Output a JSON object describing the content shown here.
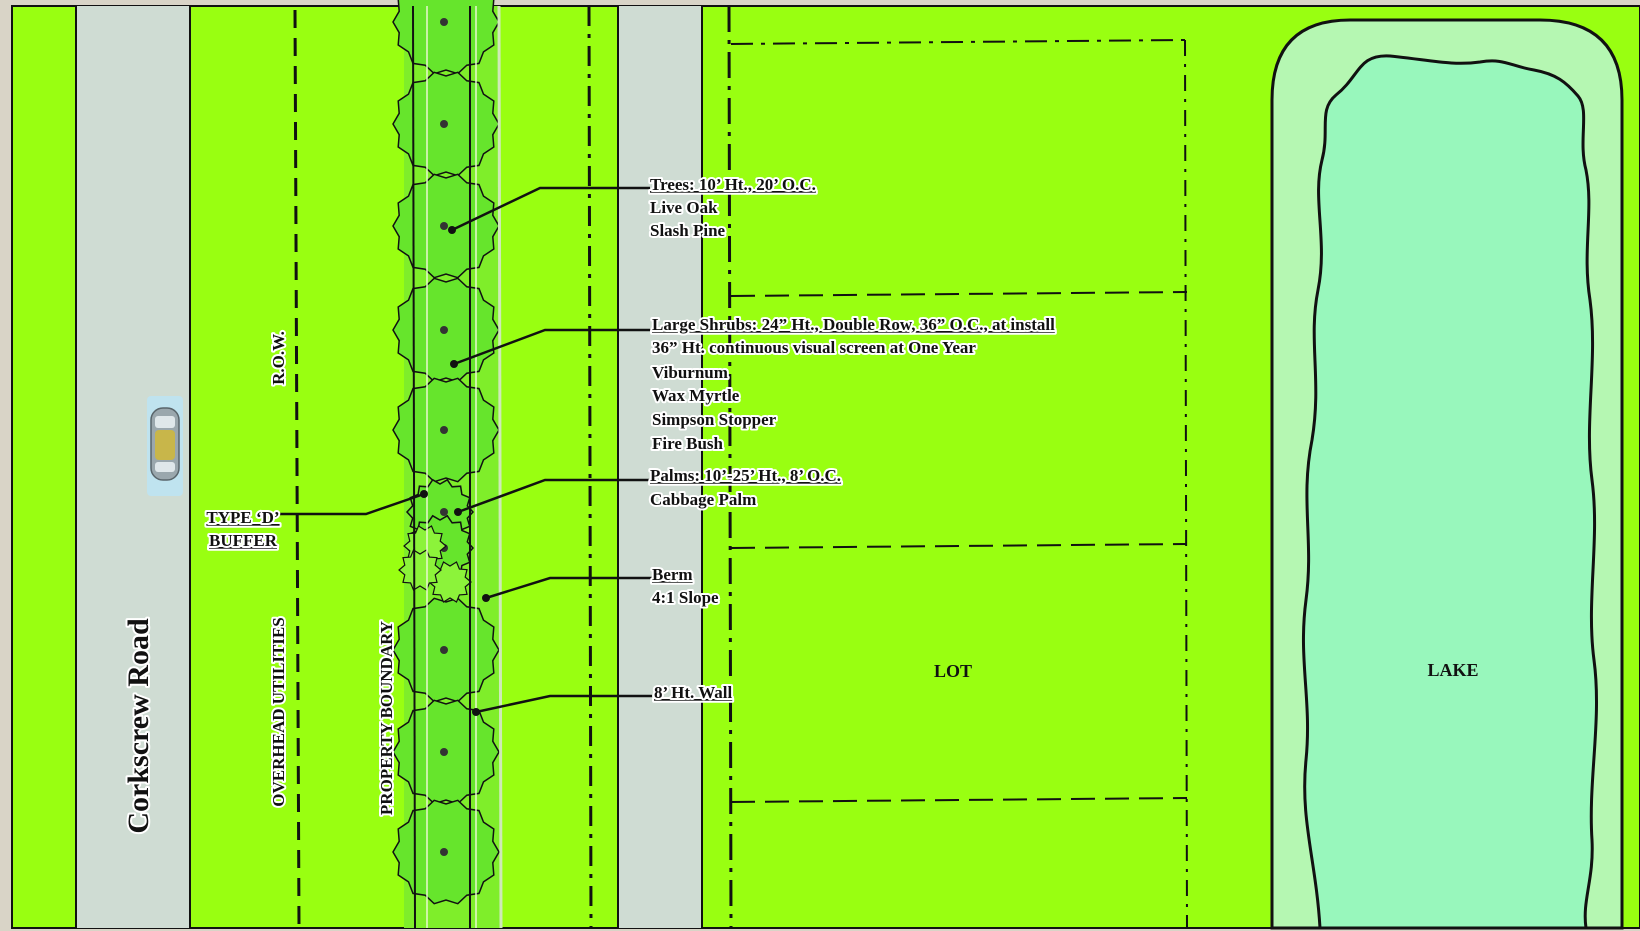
{
  "colors": {
    "grass": "#99ff11",
    "road": "#cfdcd3",
    "lake_edge": "#b5f7b2",
    "lake_water": "#98f7bc",
    "tree_canopy": "#66e52c",
    "line": "#111111"
  },
  "road": {
    "name": "Corkscrew Road"
  },
  "labels": {
    "row": "R.O.W.",
    "overhead_utilities": "OVERHEAD UTILITIES",
    "property_boundary": "PROPERTY BOUNDARY",
    "buffer_line1": "TYPE ‘D’",
    "buffer_line2": "BUFFER",
    "lot": "LOT",
    "lake": "LAKE"
  },
  "callouts": {
    "trees": {
      "title": "Trees: 10’ Ht., 20’ O.C.",
      "items": [
        "Live Oak",
        "Slash Pine"
      ]
    },
    "shrubs": {
      "title": "Large Shrubs: 24” Ht., Double Row, 36” O.C., at install",
      "items": [
        "36” Ht. continuous visual screen at One Year",
        "Viburnum",
        "Wax Myrtle",
        "Simpson Stopper",
        "Fire Bush"
      ]
    },
    "palms": {
      "title": "Palms: 10’-25’ Ht., 8’ O.C.",
      "items": [
        "Cabbage Palm"
      ]
    },
    "berm": {
      "title": "Berm",
      "items": [
        "4:1 Slope"
      ]
    },
    "wall": {
      "title": "8’ Ht. Wall"
    }
  },
  "icons": {
    "car": "car-topview-icon"
  }
}
